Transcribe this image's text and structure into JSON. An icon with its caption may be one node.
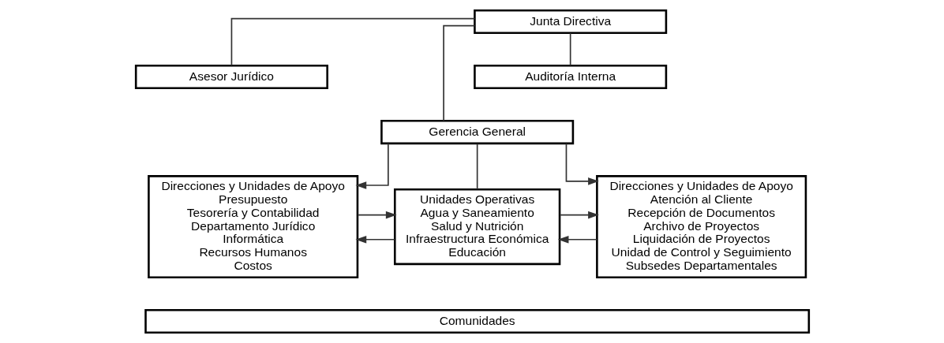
{
  "diagram": {
    "nodes": [
      {
        "text": [
          "Junta Directiva"
        ]
      },
      {
        "text": [
          "Asesor Jurídico"
        ]
      },
      {
        "text": [
          "Auditoría Interna"
        ]
      },
      {
        "text": [
          "Gerencia General"
        ]
      },
      {
        "text": [
          "Direcciones y Unidades de Apoyo",
          "Presupuesto",
          "Tesorería y Contabilidad",
          "Departamento Jurídico",
          "Informática",
          "Recursos Humanos",
          "Costos"
        ]
      },
      {
        "text": [
          "Unidades Operativas",
          "Agua y Saneamiento",
          "Salud y Nutrición",
          "Infraestructura Económica",
          "Educación"
        ]
      },
      {
        "text": [
          "Direcciones y Unidades de Apoyo",
          "Atención al Cliente",
          "Recepción de Documentos",
          "Archivo de Proyectos",
          "Liquidación de Proyectos",
          "Unidad de Control y Seguimiento",
          "Subsedes Departamentales"
        ]
      },
      {
        "text": [
          "Comunidades"
        ]
      }
    ],
    "edges": [
      {
        "from": 0,
        "to": 3,
        "arrow": "none"
      },
      {
        "from": 0,
        "to": 1,
        "arrow": "none"
      },
      {
        "from": 0,
        "to": 2,
        "arrow": "none"
      },
      {
        "from": 3,
        "to": 4,
        "arrow": "to"
      },
      {
        "from": 3,
        "to": 5,
        "arrow": "none"
      },
      {
        "from": 3,
        "to": 6,
        "arrow": "to"
      },
      {
        "from": 4,
        "to": 5,
        "arrow": "to"
      },
      {
        "from": 5,
        "to": 4,
        "arrow": "to"
      },
      {
        "from": 5,
        "to": 6,
        "arrow": "to"
      },
      {
        "from": 6,
        "to": 5,
        "arrow": "to"
      }
    ]
  }
}
